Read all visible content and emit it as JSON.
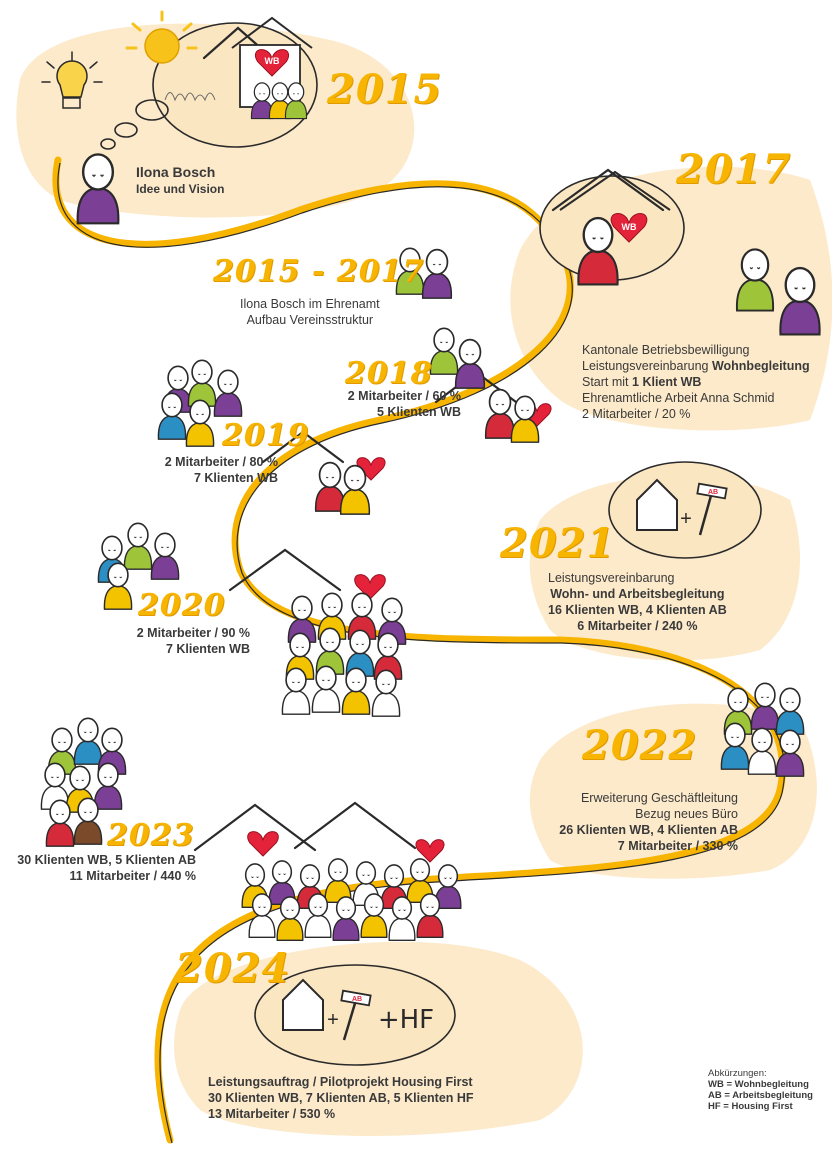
{
  "years": {
    "y2015": "2015",
    "y2015_2017": "2015 - 2017",
    "y2017": "2017",
    "y2018": "2018",
    "y2019": "2019",
    "y2020": "2020",
    "y2021": "2021",
    "y2022": "2022",
    "y2023": "2023",
    "y2024": "2024"
  },
  "s2015": {
    "name": "Ilona Bosch",
    "subtitle": "Idee und Vision"
  },
  "s2015_2017": {
    "line1": "Ilona Bosch im Ehrenamt",
    "line2": "Aufbau Vereinsstruktur"
  },
  "s2017": {
    "line1": "Kantonale Betriebsbewilligung",
    "line2a": "Leistungsvereinbarung ",
    "line2b": "Wohnbegleitung",
    "line3a": "Start mit ",
    "line3b": "1 Klient WB",
    "line4": "Ehrenamtliche Arbeit Anna Schmid",
    "line5": "2 Mitarbeiter / 20 %"
  },
  "s2018": {
    "line1": "2 Mitarbeiter / 60 %",
    "line2": "5 Klienten WB"
  },
  "s2019": {
    "line1": "2 Mitarbeiter / 80 %",
    "line2": "7 Klienten WB"
  },
  "s2020": {
    "line1": "2 Mitarbeiter / 90 %",
    "line2": "7 Klienten WB"
  },
  "s2021": {
    "line1": "Leistungsvereinbarung",
    "line2": "Wohn- und Arbeitsbegleitung",
    "line3": "16 Klienten WB, 4 Klienten AB",
    "line4": "6 Mitarbeiter / 240 %"
  },
  "s2022": {
    "line1": "Erweiterung Geschäftleitung",
    "line2": "Bezug neues Büro",
    "line3": "26 Klienten WB, 4 Klienten AB",
    "line4": "7 Mitarbeiter / 330 %"
  },
  "s2023": {
    "line1": "30 Klienten WB, 5 Klienten AB",
    "line2": "11 Mitarbeiter / 440 %"
  },
  "s2024": {
    "line1": "Leistungsauftrag / Pilotprojekt Housing First",
    "line2": "30 Klienten WB, 7 Klienten AB, 5 Klienten HF",
    "line3": "13 Mitarbeiter / 530 %"
  },
  "icons": {
    "wb": "WB",
    "ab": "AB",
    "plus": "+",
    "hf": "+HF"
  },
  "abbreviations": {
    "title": "Abkürzungen:",
    "wb": "WB = Wohnbegleitung",
    "ab": "AB = Arbeitsbegleitung",
    "hf": "HF = Housing First"
  },
  "colors": {
    "path": "#f7b400",
    "blob": "#fbe6c2",
    "year": "#f7b400",
    "heart": "#e4233a",
    "purple": "#7b3f96",
    "green": "#9ec53a",
    "yellow": "#f3c300",
    "blue": "#2b8fc4",
    "red": "#d42a3a",
    "brown": "#7a4a2a",
    "white": "#ffffff"
  }
}
